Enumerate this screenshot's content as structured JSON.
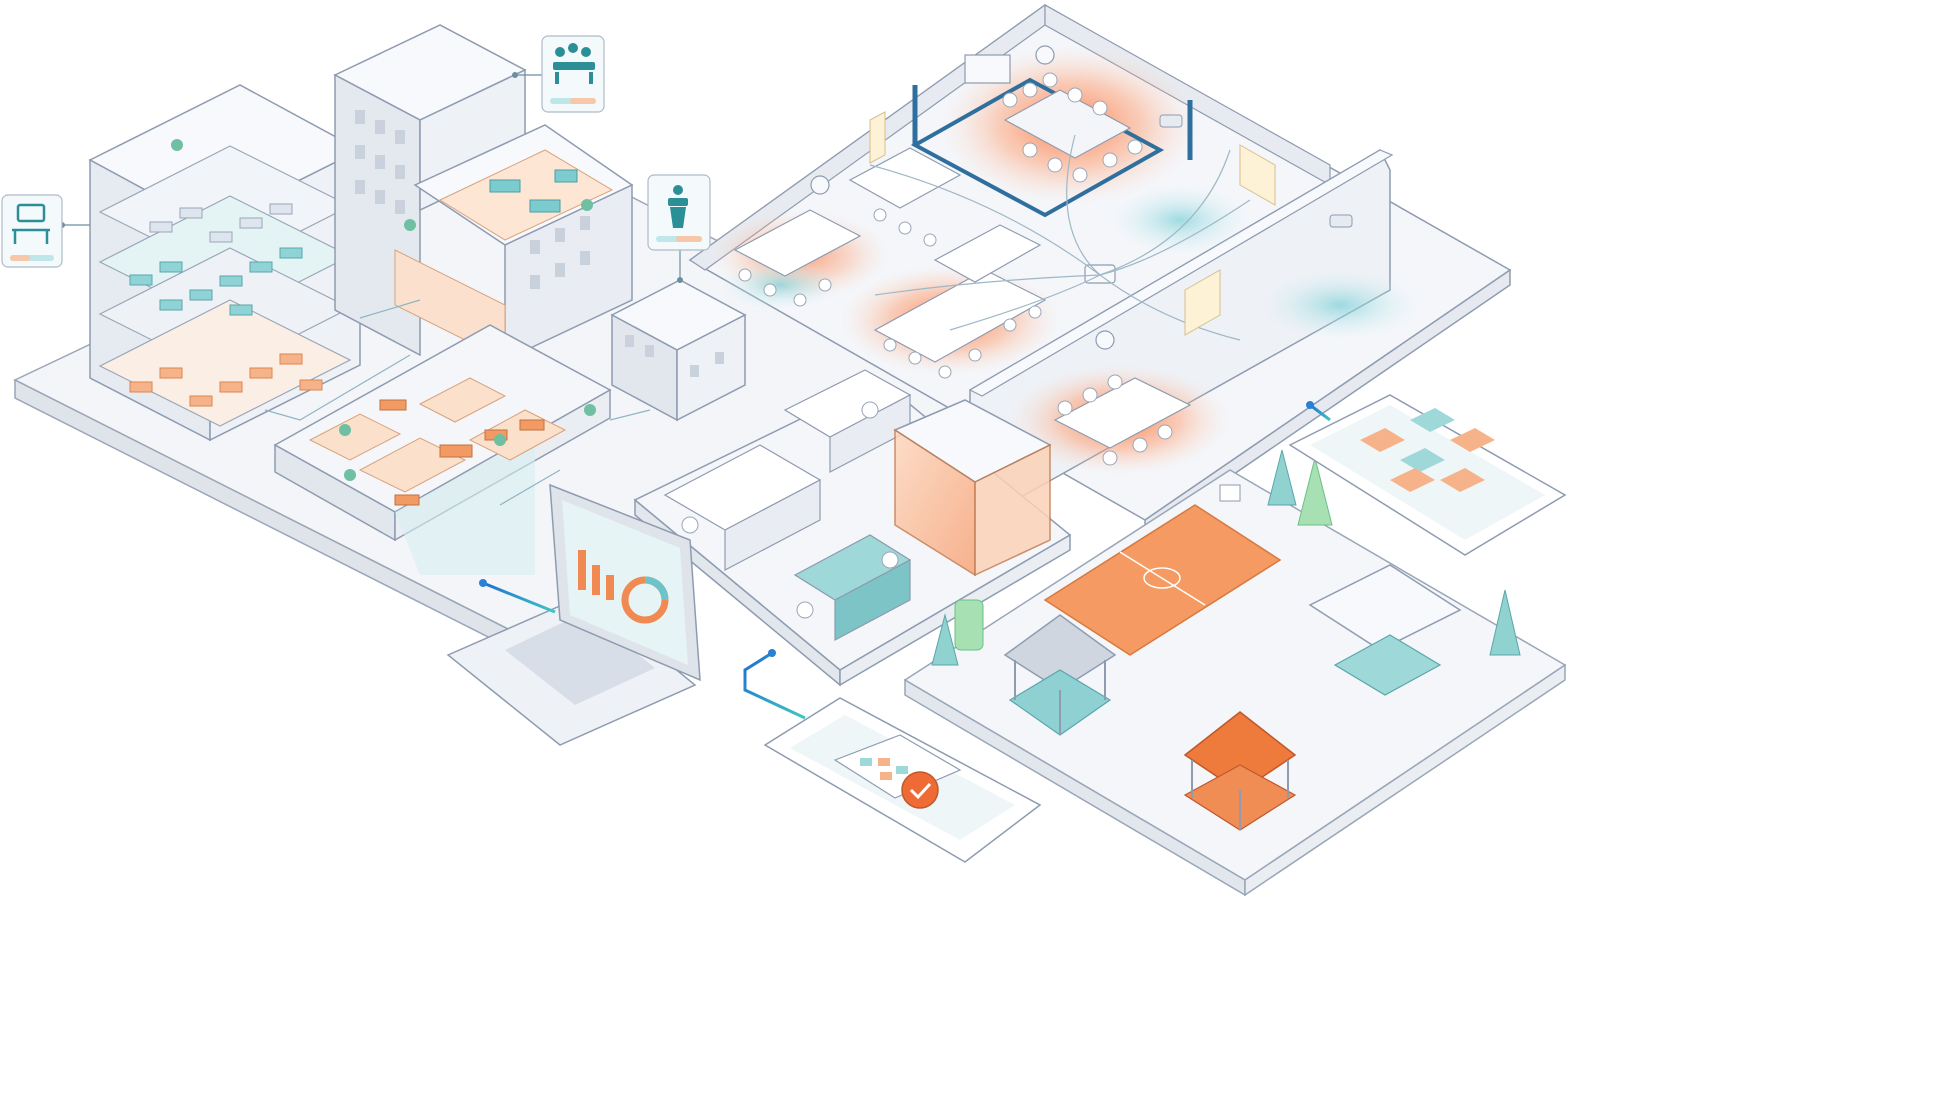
{
  "scene": {
    "kind": "isometric smart-workplace illustration",
    "has_visible_text": false
  },
  "palette": {
    "background": "#ffffff",
    "outline": "#8e9bb0",
    "building_face_light": "#f6f8fb",
    "building_face_mid": "#e9edf3",
    "building_face_dark": "#d8dee7",
    "accent_teal": "#6cc3c9",
    "accent_teal_light": "#bfe6e8",
    "accent_orange": "#f08a52",
    "accent_orange_light": "#fbd3b6",
    "heat_orange": "#ff7a45",
    "heat_teal": "#7fd3d9",
    "tree_teal": "#8fd2cf",
    "tree_green": "#a7e0b2",
    "connector_blue": "#2a7fd6"
  },
  "callouts": [
    {
      "icon": "workstation-desk-icon"
    },
    {
      "icon": "meeting-room-icon"
    },
    {
      "icon": "presenter-podium-icon"
    }
  ],
  "devices": [
    {
      "icon": "analytics-dashboard-icon"
    },
    {
      "icon": "floorplan-heatmap-icon"
    },
    {
      "icon": "calendar-booking-check-icon"
    }
  ],
  "zones": [
    "multi-floor-office-building",
    "tall-tower-building",
    "open-plan-office-floor",
    "boardroom",
    "coworking-pods",
    "meeting-pod-glass",
    "outdoor-campus",
    "basketball-court",
    "gazebos"
  ],
  "occupancy_levels": {
    "boardroom": "high",
    "lower-meeting-room": "high",
    "open-desk-cluster-left": "medium",
    "open-desk-cluster-center": "high",
    "hallway": "low"
  }
}
